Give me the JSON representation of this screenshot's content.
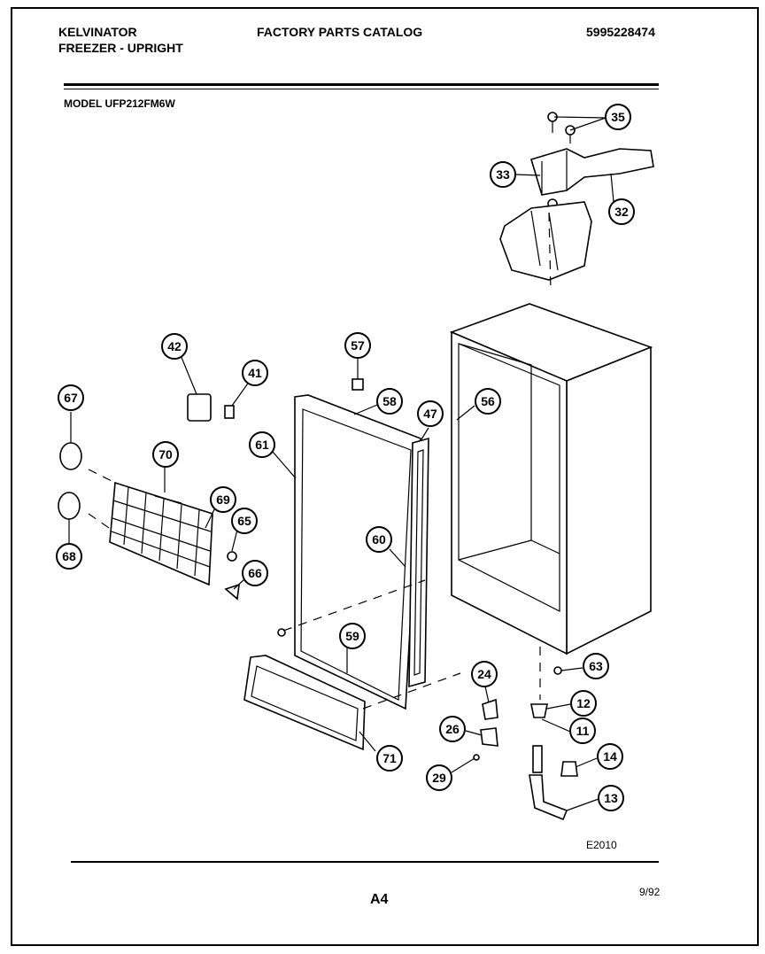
{
  "header": {
    "brand": "KELVINATOR",
    "product": "FREEZER - UPRIGHT",
    "catalog_title": "FACTORY PARTS CATALOG",
    "catalog_number": "5995228474"
  },
  "model_line": "MODEL UFP212FM6W",
  "callouts": [
    "35",
    "33",
    "32",
    "42",
    "41",
    "57",
    "58",
    "47",
    "56",
    "67",
    "61",
    "70",
    "69",
    "65",
    "68",
    "60",
    "66",
    "59",
    "24",
    "63",
    "12",
    "26",
    "11",
    "14",
    "71",
    "29",
    "13"
  ],
  "footer": {
    "diagram_code": "E2010",
    "page_label": "A4",
    "date": "9/92"
  }
}
